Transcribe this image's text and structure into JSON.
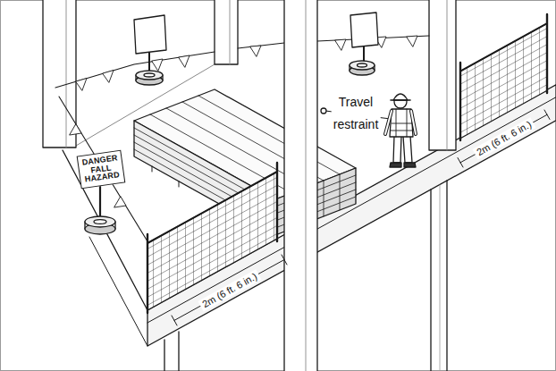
{
  "diagram": {
    "nodes": [
      {
        "text": [
          "DANGER FALL HAZARD"
        ]
      }
    ],
    "labels": [
      "Travel restraint",
      "2m (6 ft. 6 in.)",
      "2m (6 ft. 6 in.)"
    ]
  }
}
